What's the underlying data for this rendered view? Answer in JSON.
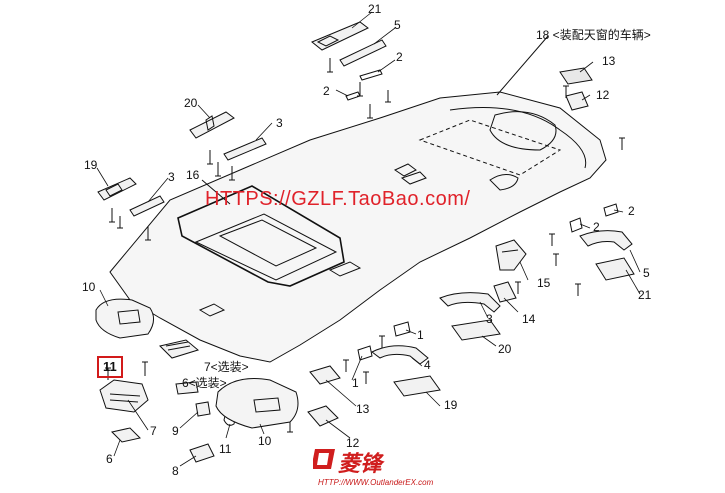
{
  "watermark": "HTTPS://GZLF.TaoBao.com/",
  "footer_url": "HTTP://WWW.OutlanderEX.com",
  "logo_text": "菱锋",
  "callouts": {
    "c21a": "21",
    "c5a": "5",
    "c2a": "2",
    "c2b": "2",
    "c18": "18 <装配天窗的车辆>",
    "c13a": "13",
    "c12a": "12",
    "c20a": "20",
    "c3a": "3",
    "c19a": "19",
    "c3b": "3",
    "c16": "16",
    "c2c": "2",
    "c2d": "2",
    "c5b": "5",
    "c21b": "21",
    "c15": "15",
    "c14": "14",
    "c10a": "10",
    "c11a": "11",
    "c7a": "7<选装>",
    "c6a": "6<选装>",
    "c1a": "1",
    "c3c": "3",
    "c20b": "20",
    "c4": "4",
    "c1b": "1",
    "c13b": "13",
    "c19b": "19",
    "c7b": "7",
    "c9": "9",
    "c10b": "10",
    "c11b": "11",
    "c6b": "6",
    "c8": "8",
    "c12b": "12"
  },
  "colors": {
    "accent_red": "#d21a1a",
    "line": "#111111",
    "part_fill": "#f4f4f4"
  }
}
